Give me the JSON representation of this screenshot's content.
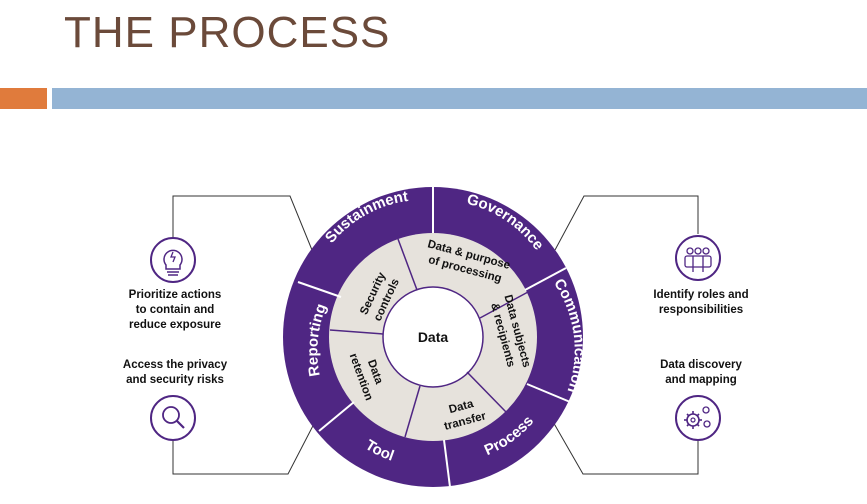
{
  "slide": {
    "title": "THE PROCESS",
    "accent_orange": "#e07b3c",
    "accent_blue": "#94b4d4",
    "title_color": "#6b4a3a"
  },
  "wheel": {
    "purple": "#4f2683",
    "inner_fill": "#e6e2dc",
    "center": "Data",
    "outer": [
      "Sustainment",
      "Governance",
      "Communication",
      "Process",
      "Tool",
      "Reporting"
    ],
    "inner": [
      [
        "Data & purpose",
        "of processing"
      ],
      [
        "Data subjects",
        "& recipients"
      ],
      [
        "Data",
        "transfer"
      ],
      [
        "Data",
        "retention"
      ],
      [
        "Security",
        "controls"
      ]
    ]
  },
  "side_items": {
    "left_top": {
      "icon": "lightbulb-icon",
      "lines": [
        "Prioritize actions",
        "to contain and",
        "reduce exposure"
      ]
    },
    "left_bottom": {
      "icon": "magnifier-icon",
      "lines": [
        "Access the privacy",
        "and security risks"
      ]
    },
    "right_top": {
      "icon": "people-icon",
      "lines": [
        "Identify roles and",
        "responsibilities"
      ]
    },
    "right_bottom": {
      "icon": "gears-icon",
      "lines": [
        "Data discovery",
        "and mapping"
      ]
    }
  }
}
